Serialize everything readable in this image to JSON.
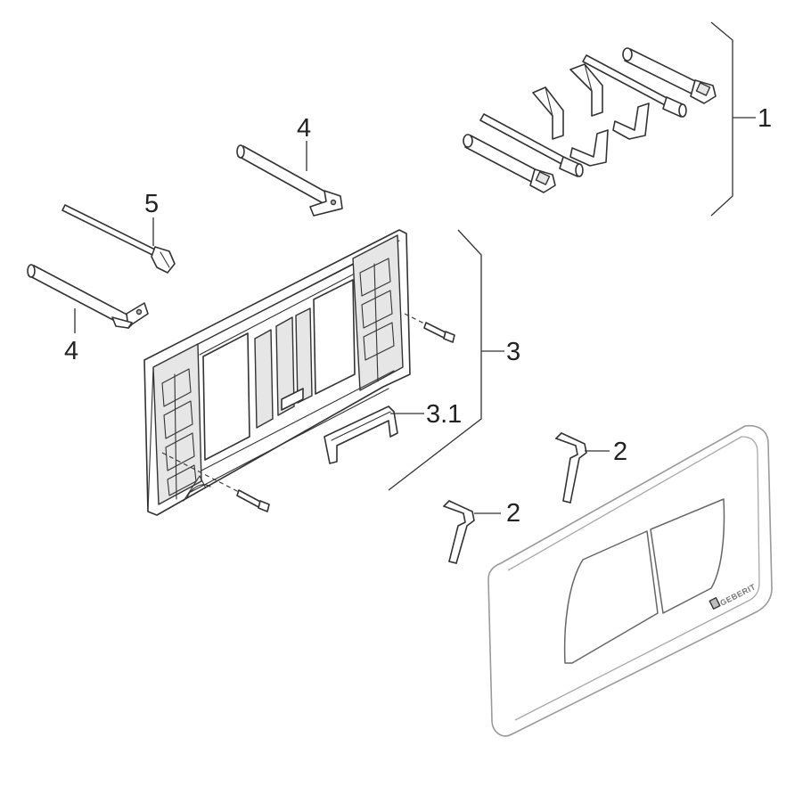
{
  "callouts": {
    "c1": "1",
    "c2a": "2",
    "c2b": "2",
    "c3": "3",
    "c3_1": "3.1",
    "c4a": "4",
    "c4b": "4",
    "c5": "5"
  },
  "brand_text": "GEBERIT",
  "colors": {
    "line": "#333333",
    "plate_outline": "#9a9a9a",
    "background": "#ffffff"
  }
}
